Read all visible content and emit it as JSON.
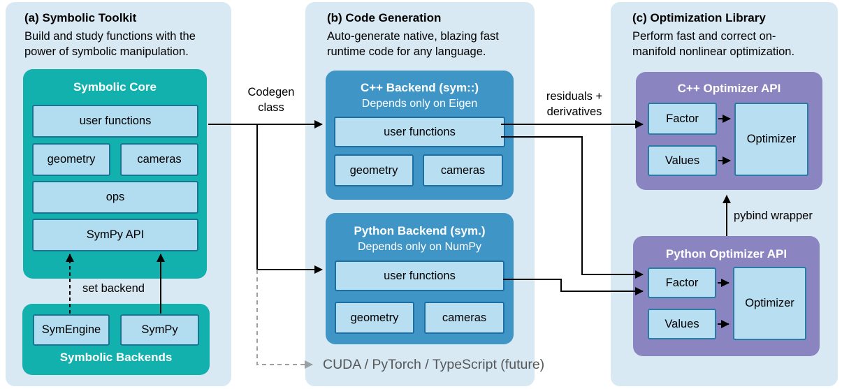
{
  "colors": {
    "panel_bg": "#d9e9f3",
    "teal": "#12b1ad",
    "blue": "#4095c7",
    "purple": "#8a84c0",
    "inner_box_fill": "#b8def2",
    "teal_box_border": "#1a7494",
    "blue_box_border": "#1d6fa3",
    "purple_box_border": "#2a7ba6",
    "arrow": "#000000",
    "future_text": "#54585a",
    "future_arrow": "#9aa0a3"
  },
  "panel_a": {
    "heading": "(a) Symbolic Toolkit",
    "description": "Build and study functions with the power of symbolic manipulation.",
    "core": {
      "title": "Symbolic Core",
      "user_functions": "user functions",
      "geometry": "geometry",
      "cameras": "cameras",
      "ops": "ops",
      "sympy_api": "SymPy API"
    },
    "backends": {
      "title": "Symbolic Backends",
      "symengine": "SymEngine",
      "sympy": "SymPy"
    },
    "set_backend_label": "set backend"
  },
  "panel_b": {
    "heading": "(b) Code Generation",
    "description": "Auto-generate native, blazing fast runtime code for any language.",
    "cpp_backend": {
      "title": "C++ Backend (sym::)",
      "subtitle": "Depends only on Eigen",
      "user_functions": "user functions",
      "geometry": "geometry",
      "cameras": "cameras"
    },
    "python_backend": {
      "title": "Python Backend (sym.)",
      "subtitle": "Depends only on NumPy",
      "user_functions": "user functions",
      "geometry": "geometry",
      "cameras": "cameras"
    },
    "future_label": "CUDA / PyTorch / TypeScript (future)"
  },
  "panel_c": {
    "heading": "(c) Optimization Library",
    "description": "Perform fast and correct on-manifold nonlinear optimization.",
    "cpp_optimizer": {
      "title": "C++ Optimizer API",
      "factor": "Factor",
      "values": "Values",
      "optimizer": "Optimizer"
    },
    "python_optimizer": {
      "title": "Python Optimizer API",
      "factor": "Factor",
      "values": "Values",
      "optimizer": "Optimizer"
    },
    "pybind_label": "pybind wrapper"
  },
  "edge_labels": {
    "codegen": "Codegen class",
    "residuals": "residuals + derivatives"
  }
}
